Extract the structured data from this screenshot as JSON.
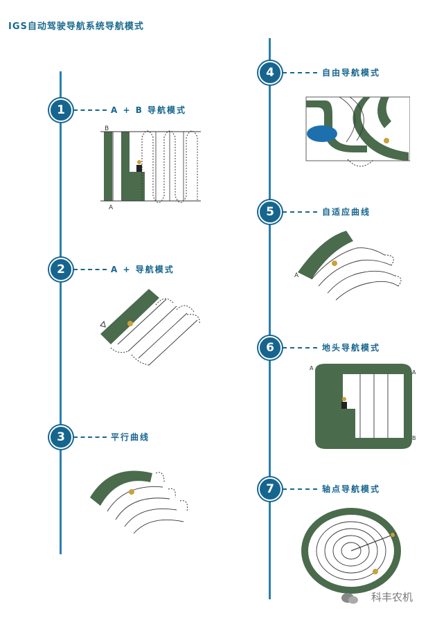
{
  "title": "IGS自动驾驶导航系统导航模式",
  "modes": [
    {
      "number": "1",
      "label": "A + B 导航模式"
    },
    {
      "number": "2",
      "label": "A + 导航模式"
    },
    {
      "number": "3",
      "label": "平行曲线"
    },
    {
      "number": "4",
      "label": "自由导航模式"
    },
    {
      "number": "5",
      "label": "自适应曲线"
    },
    {
      "number": "6",
      "label": "地头导航模式"
    },
    {
      "number": "7",
      "label": "轴点导航模式"
    }
  ],
  "markers": {
    "b": "B",
    "a": "A"
  },
  "watermark": "科丰农机",
  "colors": {
    "accent": "#16658f",
    "field": "#4a6b4c",
    "water": "#1e6fae"
  }
}
